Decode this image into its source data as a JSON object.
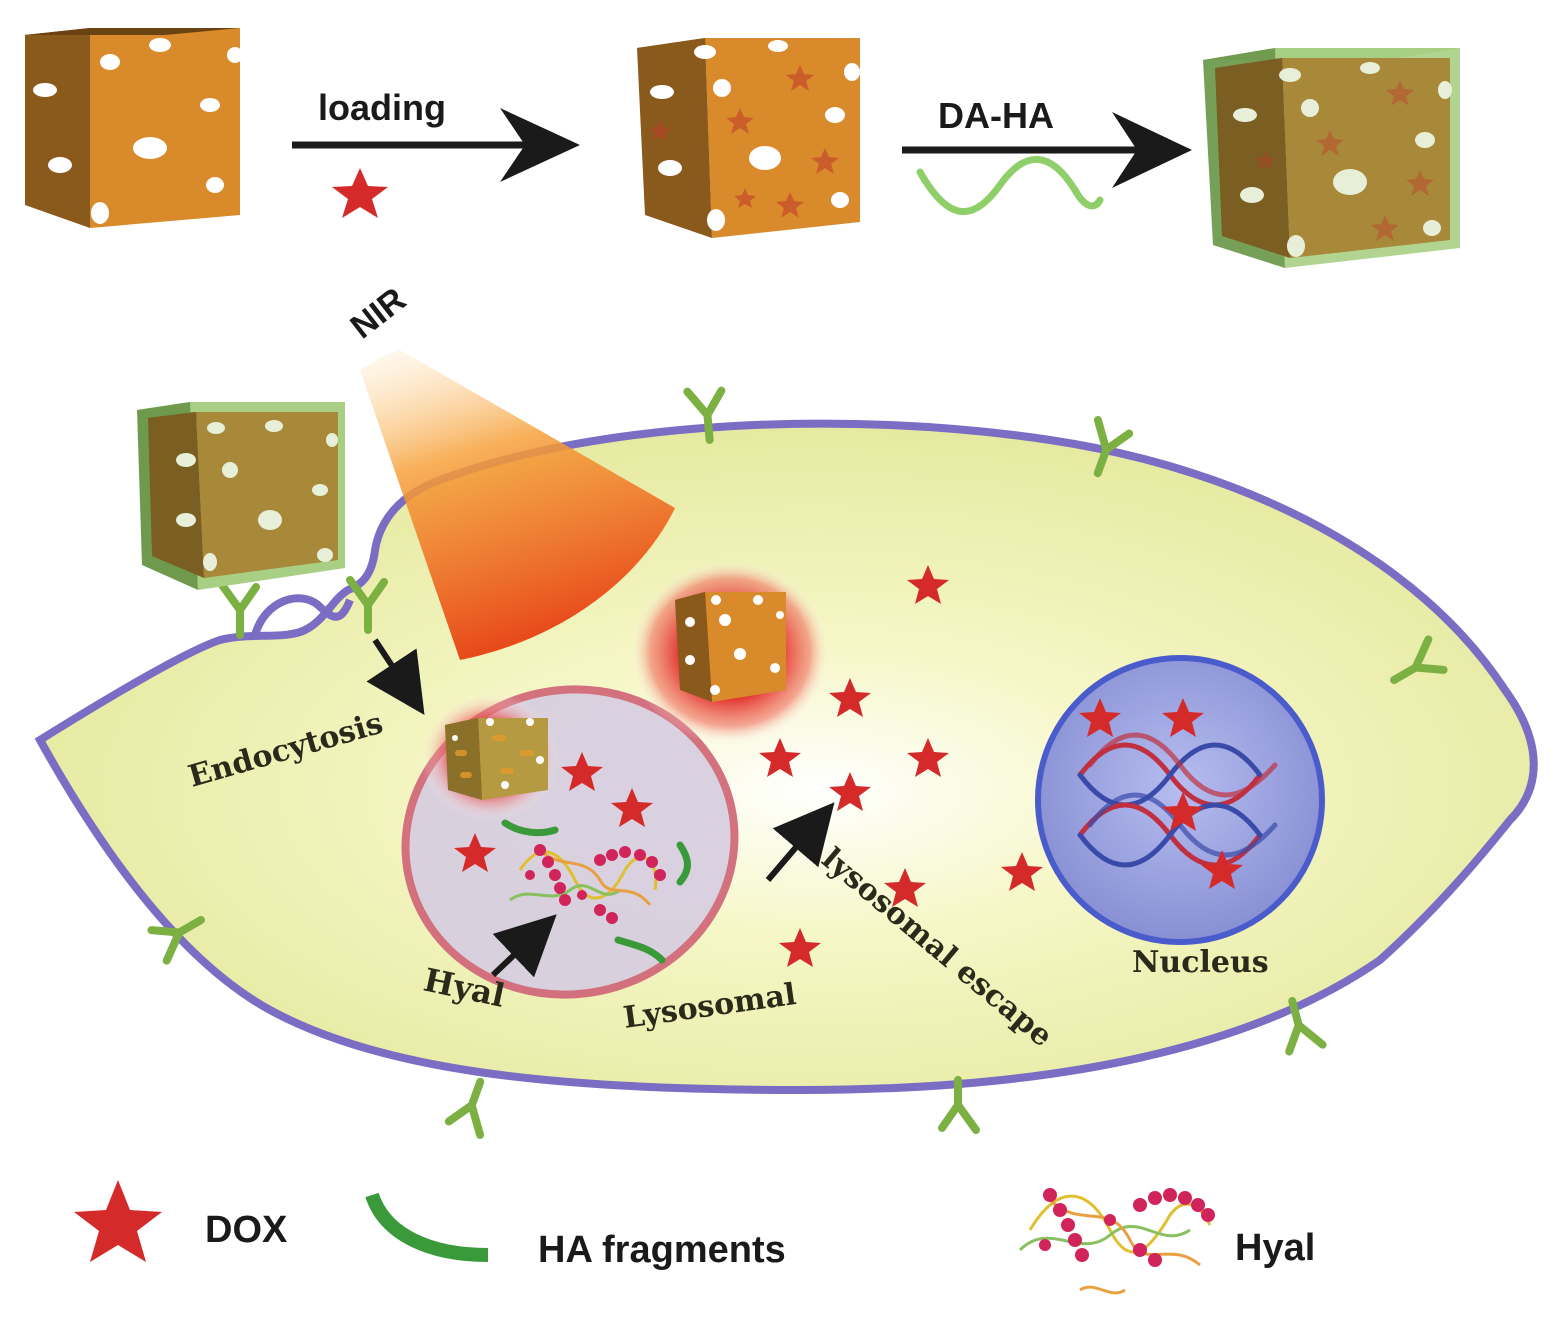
{
  "labels": {
    "loading": "loading",
    "da_ha": "DA-HA",
    "nir": "NIR",
    "endocytosis": "Endocytosis",
    "hyal_inside": "Hyal",
    "lysosomal": "Lysosomal",
    "lysosomal_escape": "lysosomal escape",
    "nucleus": "Nucleus"
  },
  "legend": {
    "dox": "DOX",
    "ha_fragments": "HA fragments",
    "hyal": "Hyal"
  },
  "colors": {
    "cube_light": "#d98a2b",
    "cube_dark": "#8a5a1c",
    "coating": "#8fbf6a",
    "cell_fill": "#eef0a8",
    "membrane": "#7b6cc4",
    "receptor": "#7db043",
    "dox_star": "#d42a2a",
    "nucleus_fill": "#8e98d8",
    "lysosome_edge": "#d26a7a",
    "nir_beam": "#e85a1c",
    "ha_green": "#3a9a3a"
  }
}
